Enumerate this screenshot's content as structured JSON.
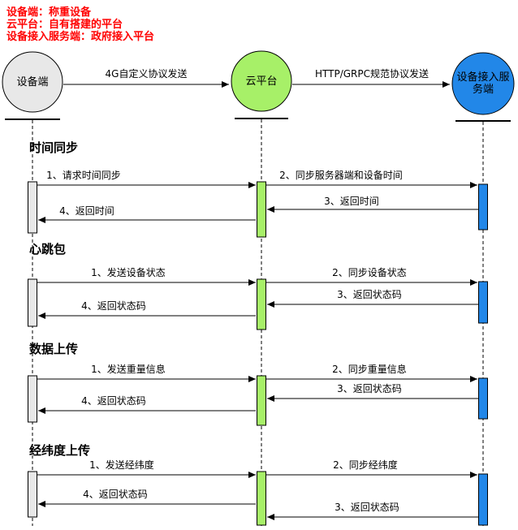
{
  "legend": {
    "color": "#ff0000",
    "lines": [
      "设备端：称重设备",
      "云平台：自有搭建的平台",
      "设备接入服务端：政府接入平台"
    ]
  },
  "actors": {
    "device": {
      "label": "设备端",
      "color": "#e8e8e8"
    },
    "cloud": {
      "label": "云平台",
      "color": "#a7f068"
    },
    "service": {
      "label": "设备接入服务端",
      "color": "#2287e8"
    }
  },
  "top_arrows": {
    "device_to_cloud": "4G自定义协议发送",
    "cloud_to_service": "HTTP/GRPC规范协议发送"
  },
  "sections": [
    {
      "title": "时间同步",
      "messages": [
        {
          "label": "1、请求时间同步",
          "from": "device",
          "to": "cloud"
        },
        {
          "label": "2、同步服务器端和设备时间",
          "from": "cloud",
          "to": "service"
        },
        {
          "label": "3、返回时间",
          "from": "service",
          "to": "cloud"
        },
        {
          "label": "4、返回时间",
          "from": "cloud",
          "to": "device"
        }
      ]
    },
    {
      "title": "心跳包",
      "messages": [
        {
          "label": "1、发送设备状态",
          "from": "device",
          "to": "cloud"
        },
        {
          "label": "2、同步设备状态",
          "from": "cloud",
          "to": "service"
        },
        {
          "label": "3、返回状态码",
          "from": "service",
          "to": "cloud"
        },
        {
          "label": "4、返回状态码",
          "from": "cloud",
          "to": "device"
        }
      ]
    },
    {
      "title": "数据上传",
      "messages": [
        {
          "label": "1、发送重量信息",
          "from": "device",
          "to": "cloud"
        },
        {
          "label": "2、同步重量信息",
          "from": "cloud",
          "to": "service"
        },
        {
          "label": "3、返回状态码",
          "from": "service",
          "to": "cloud"
        },
        {
          "label": "4、返回状态码",
          "from": "cloud",
          "to": "device"
        }
      ]
    },
    {
      "title": "经纬度上传",
      "messages": [
        {
          "label": "1、发送经纬度",
          "from": "device",
          "to": "cloud"
        },
        {
          "label": "2、同步经纬度",
          "from": "cloud",
          "to": "service"
        },
        {
          "label": "3、返回状态码",
          "from": "service",
          "to": "cloud"
        },
        {
          "label": "4、返回状态码",
          "from": "cloud",
          "to": "device"
        }
      ]
    }
  ]
}
